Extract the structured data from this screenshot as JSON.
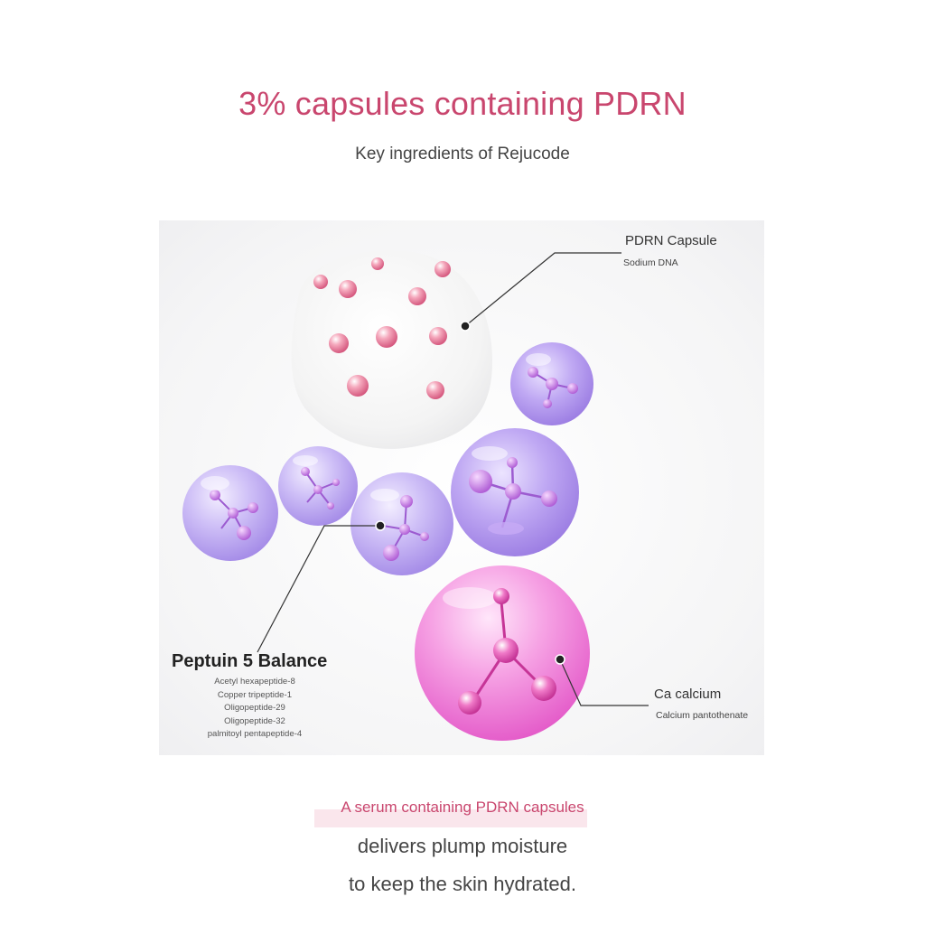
{
  "header": {
    "title": "3% capsules containing PDRN",
    "subtitle": "Key ingredients of Rejucode"
  },
  "callouts": {
    "pdrn": {
      "title": "PDRN Capsule",
      "sub": "Sodium DNA"
    },
    "calcium": {
      "title": "Ca calcium",
      "sub": "Calcium pantothenate"
    },
    "peptuin": {
      "title": "Peptuin 5 Balance",
      "items": [
        "Acetyl hexapeptide-8",
        "Copper tripeptide-1",
        "Oligopeptide-29",
        "Oligopeptide-32",
        "palmitoyl pentapeptide-4"
      ]
    }
  },
  "footer": {
    "line1": "A serum containing PDRN capsules",
    "line2": "delivers plump moisture",
    "line3": "to keep the skin hydrated."
  },
  "colors": {
    "accent": "#c9466e",
    "text": "#444444",
    "purple_capsule": "#b9a6f0",
    "pink_capsule": "#f07ad6"
  }
}
